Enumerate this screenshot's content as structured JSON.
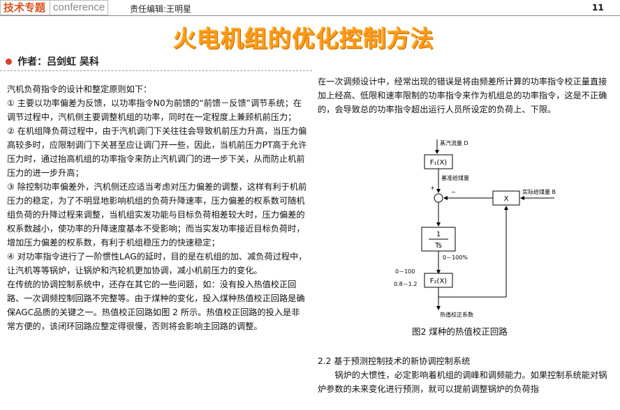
{
  "header": {
    "tag": "技术专题",
    "conference": "conference",
    "editor": "责任编辑:王明星",
    "page": "11"
  },
  "title": "火电机组的优化控制方法",
  "author": "作者：吕剑虹   吴科",
  "left_paragraphs": [
    "汽机负荷指令的设计和整定原则如下：",
    "① 主要以功率偏差为反馈，以功率指令N0为前馈的“前馈－反馈”调节系统；在调节过程中，汽机侧主要调整机组的功率，同时在一定程度上兼顾机前压力；",
    "② 在机组降负荷过程中，由于汽机调门下关往往会导致机前压力升高，当压力偏高较多时，应限制调门下关甚至应让调门开一些，因此，当机前压力PT高于允许压力时，通过抬高机组的功率指令来防止汽机调门的进一步下关，从而防止机前压力的进一步升高；",
    "③ 除控制功率偏差外，汽机侧还应适当考虑对压力偏差的调整，这样有利于机前压力的稳定，为了不明显地影响机组的负荷升降速率，压力偏差的权系数可随机组负荷的升降过程来调整，当机组实发功能与目标负荷相差较大时，压力偏差的权系数越小，使功率的升降速度基本不受影响；而当实发功率接近目标负荷时，增加压力偏差的权系数，有利于机组稳压力的快速稳定；",
    "④ 对功率指令进行了一阶惯性LAG的延时，目的是在机组的加、减负荷过程中，让汽机等等锅炉，让锅炉和汽轮机更加协调，减小机前压力的变化。",
    "在传统的协调控制系统中，还存在其它的一些问题，如：没有投入热值校正回路、一次调频控制回路不完整等。由于煤种的变化，投入煤种热值校正回路是确保AGC品质的关键之一。热值校正回路如图 2 所示。热值校正回路的投入是非常方便的，该闭环回路应整定得很慢，否则将会影响主回路的调整。"
  ],
  "right_top_paragraph": "在一次调频设计中，经常出现的错误是将由频差所计算的功率指令校正量直接加上经高、低限和速率限制的功率指令来作为机组总的功率指令，这是不正确的，会导致总的功率指令超出运行人员所设定的负荷上、下限。",
  "figure": {
    "steam_flow": "蒸汽流量 D",
    "f1": "F₁(X)",
    "base_coal": "基准给煤量",
    "plus": "+",
    "minus": "−",
    "mult": "X",
    "actual_coal": "实际给煤量 B",
    "integrator_num": "1",
    "integrator_den": "Ts",
    "range1": "0－100%",
    "range2": "0－100",
    "range3": "0.8－1.2",
    "f2": "F₂(X)",
    "output": "热值校正系数",
    "caption": "图2   煤种的热值校正回路"
  },
  "section_title": "2.2  基于预测控制技术的新协调控制系统",
  "section_text": "锅炉的大惯性，必定影响着机组的调峰和调频能力。如果控制系统能对锅炉参数的未来变化进行预测，就可以提前调整锅炉的负荷指"
}
